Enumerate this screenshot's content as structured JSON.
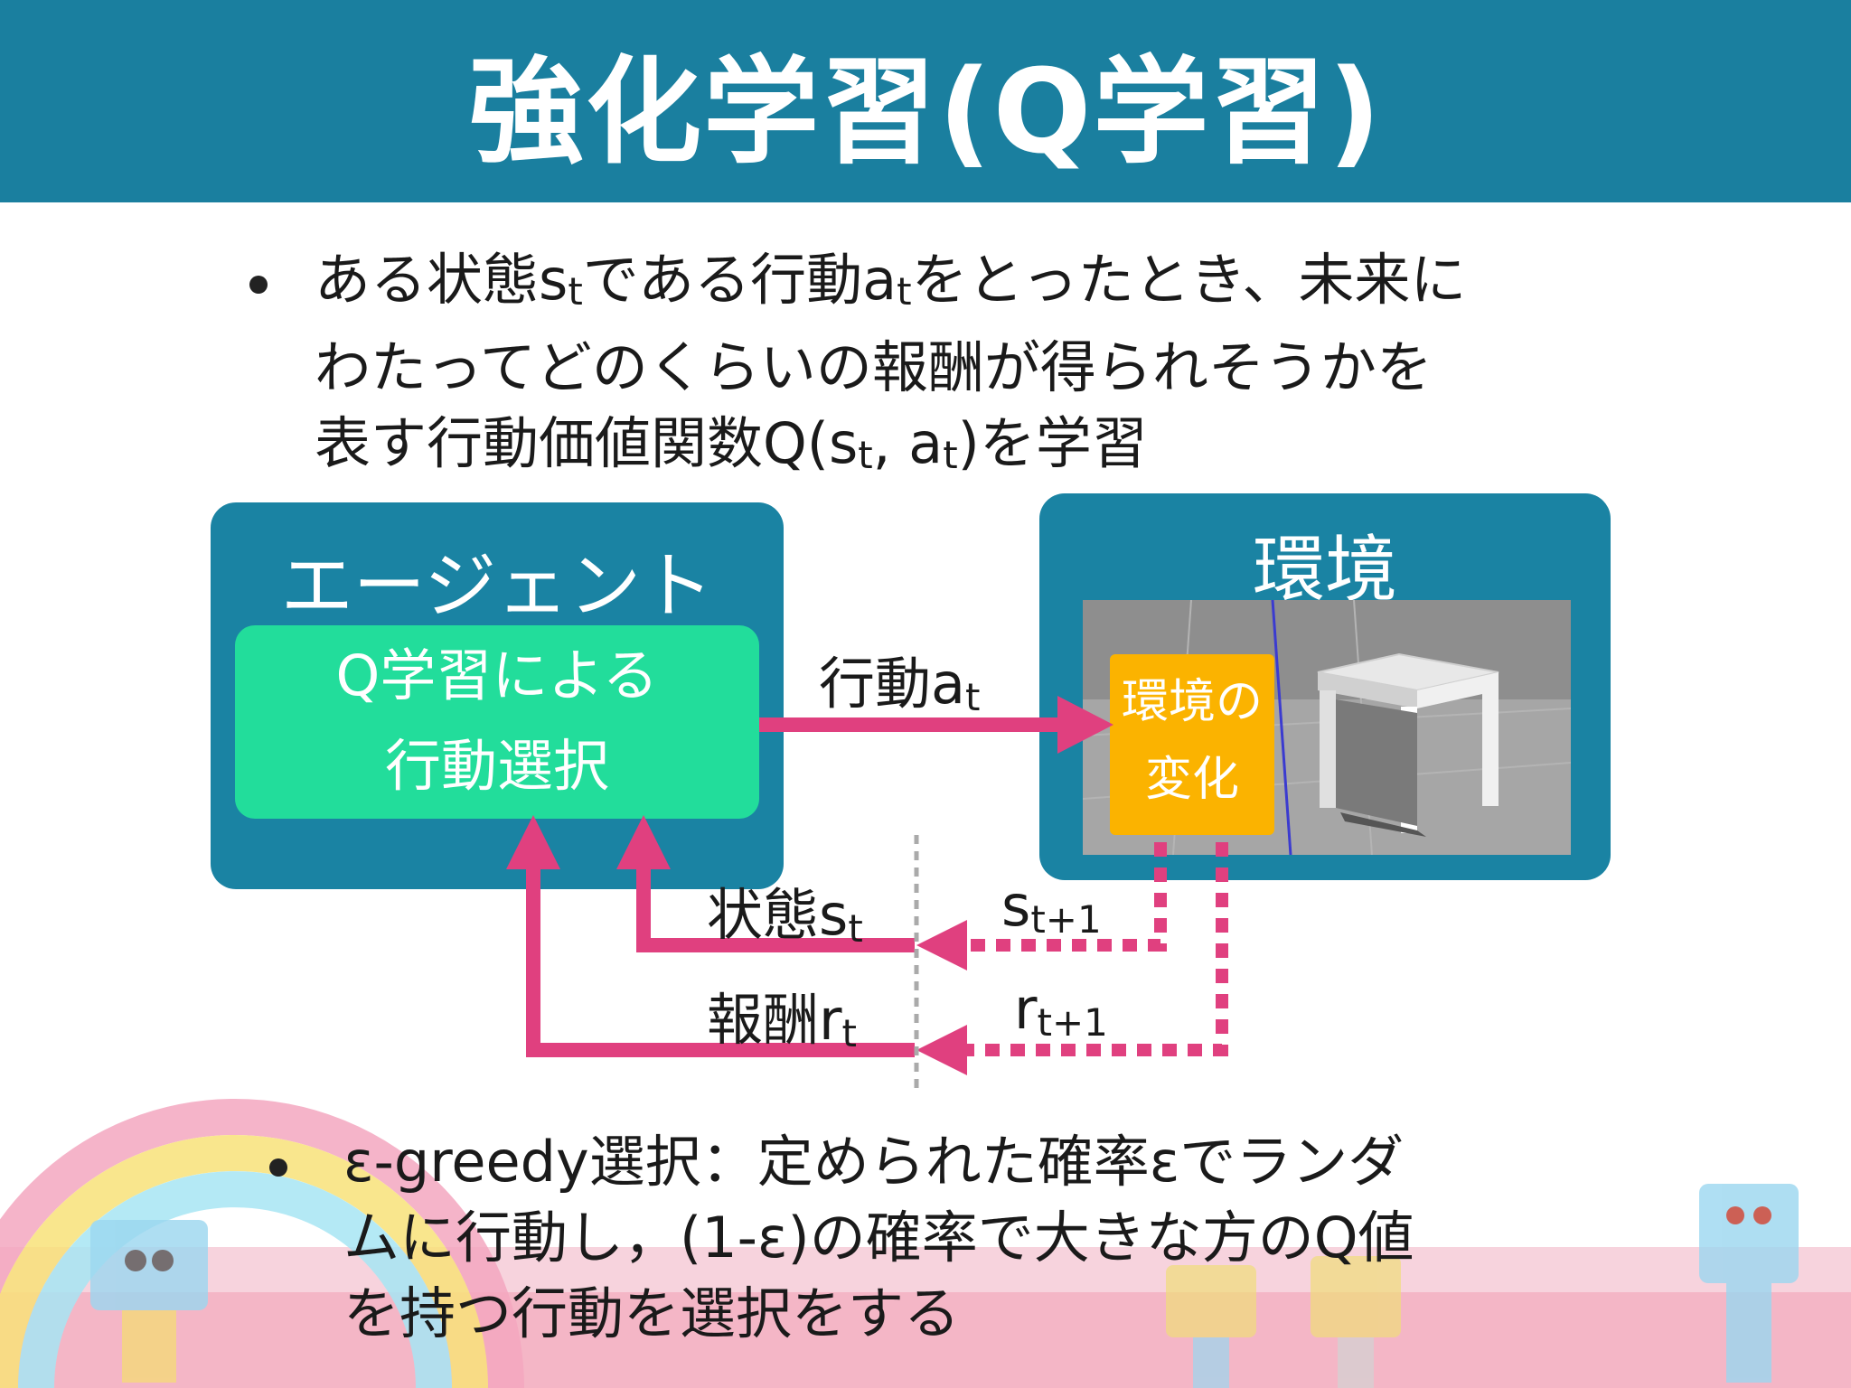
{
  "title": "強化学習(Q学習)",
  "bullet1": {
    "line1_a": "ある状態s",
    "line1_sub1": "t",
    "line1_b": "である行動a",
    "line1_sub2": "t",
    "line1_c": "をとったとき、未来に",
    "line2": "わたってどのくらいの報酬が得られそうかを",
    "line3_a": "表す行動価値関数Q(s",
    "line3_sub1": "t",
    "line3_b": ", a",
    "line3_sub2": "t",
    "line3_c": ")を学習"
  },
  "agent": {
    "title": "エージェント",
    "inner_line1": "Q学習による",
    "inner_line2": "行動選択"
  },
  "environment": {
    "title": "環境",
    "change_line1": "環境の",
    "change_line2": "変化"
  },
  "arrows": {
    "action_main": "行動a",
    "action_sub": "t",
    "state_main": "状態s",
    "state_sub": "t",
    "reward_main": "報酬r",
    "reward_sub": "t",
    "next_state_main": "s",
    "next_state_sub": "t+1",
    "next_reward_main": "r",
    "next_reward_sub": "t+1"
  },
  "bullet2": {
    "line1": "ε-greedy選択：定められた確率εでランダ",
    "line2": "ムに行動し，(1-ε)の確率で大きな方のQ値",
    "line3": "を持つ行動を選択をする"
  },
  "colors": {
    "header": "#1a7f9f",
    "box": "#1a83a3",
    "green": "#22dd9b",
    "orange": "#fbb300",
    "arrow": "#e0407f"
  }
}
